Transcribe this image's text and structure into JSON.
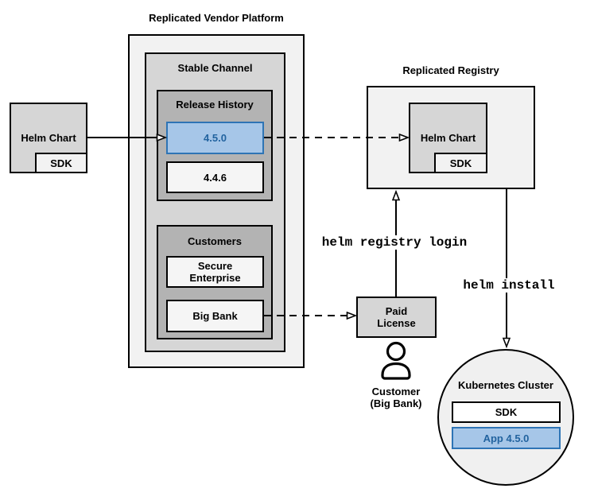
{
  "colors": {
    "container_light": "#f2f2f2",
    "panel_medium": "#d6d6d6",
    "panel_dark": "#b3b3b3",
    "item_white": "#f5f5f5",
    "highlight_blue_fill": "#a6c6e8",
    "highlight_blue_border": "#2e74b5",
    "highlight_blue_text": "#22639f"
  },
  "nodes": {
    "helm_chart_source": {
      "label": "Helm Chart",
      "sdk": "SDK"
    },
    "vendor_platform": {
      "title": "Replicated Vendor Platform",
      "stable_channel": {
        "title": "Stable Channel",
        "release_history": {
          "title": "Release History",
          "versions": [
            {
              "label": "4.5.0",
              "highlighted": true
            },
            {
              "label": "4.4.6",
              "highlighted": false
            }
          ]
        },
        "customers": {
          "title": "Customers",
          "items": [
            {
              "label": "Secure\nEnterprise"
            },
            {
              "label": "Big Bank"
            }
          ]
        }
      }
    },
    "registry": {
      "title": "Replicated Registry",
      "helm_chart": {
        "label": "Helm Chart",
        "sdk": "SDK"
      }
    },
    "paid_license": {
      "label": "Paid\nLicense"
    },
    "customer_actor": {
      "label": "Customer\n(Big Bank)"
    },
    "kubernetes_cluster": {
      "title": "Kubernetes Cluster",
      "sdk": "SDK",
      "app": "App 4.5.0"
    }
  },
  "commands": {
    "registry_login": "helm registry login",
    "install": "helm install"
  }
}
